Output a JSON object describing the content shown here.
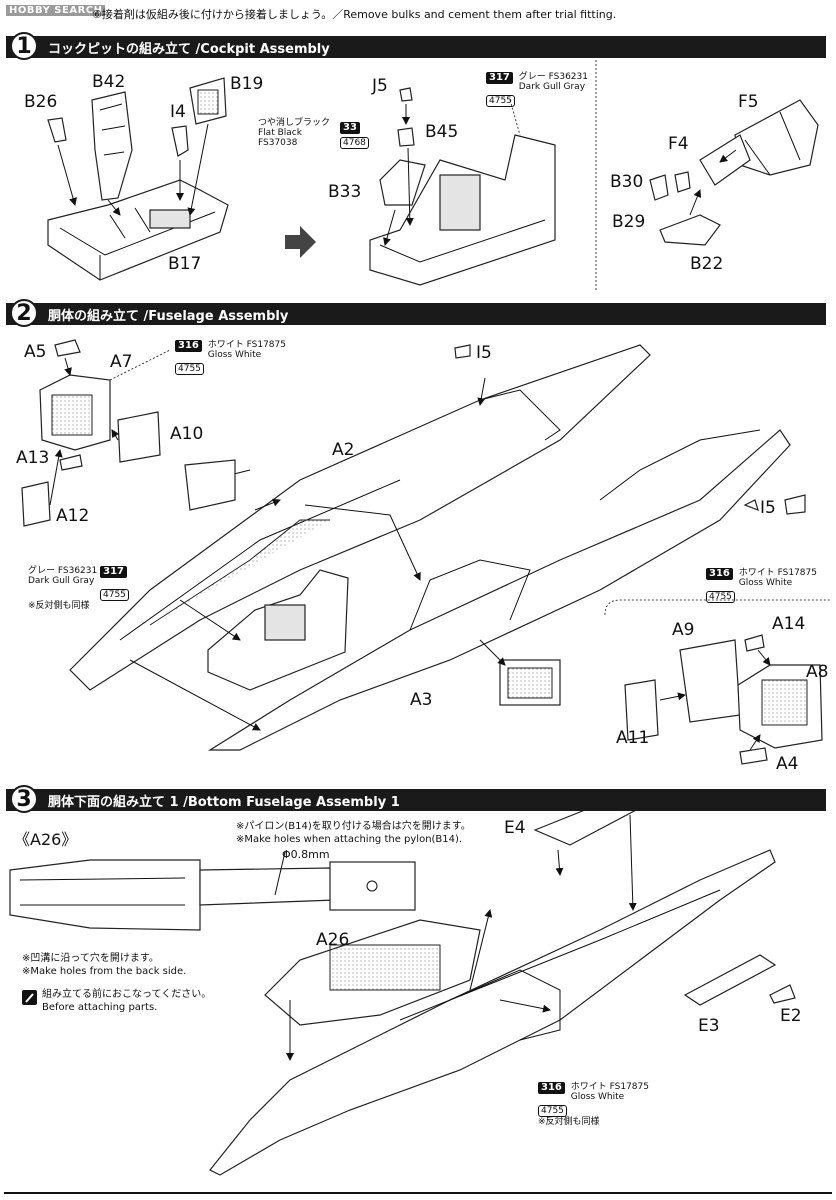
{
  "header": {
    "watermark": "HOBBY SEARCH",
    "note": "⑥接着剤は仮組み後に付けから接着しましょう。／Remove bulks and cement them after trial fitting."
  },
  "steps": [
    {
      "num": "1",
      "title": "コックピットの組み立て /Cockpit Assembly"
    },
    {
      "num": "2",
      "title": "胴体の組み立て /Fuselage Assembly"
    },
    {
      "num": "3",
      "title": "胴体下面の組み立て 1 /Bottom Fuselage Assembly 1"
    }
  ],
  "step1": {
    "parts": [
      "B26",
      "B42",
      "I4",
      "B19",
      "B17",
      "J5",
      "B45",
      "B33",
      "F5",
      "F4",
      "B30",
      "B29",
      "B22"
    ],
    "paint_flat_black": {
      "jp": "つや消しブラック",
      "en1": "Flat Black",
      "en2": "FS37038",
      "code": "33",
      "sub": "4768"
    },
    "paint_gull_gray": {
      "code": "317",
      "jp": "グレー FS36231",
      "en": "Dark Gull Gray",
      "sub": "4755"
    }
  },
  "step2": {
    "parts": [
      "A5",
      "A7",
      "A10",
      "A13",
      "A12",
      "I5",
      "A2",
      "I5",
      "A3",
      "A9",
      "A14",
      "A8",
      "A11",
      "A4"
    ],
    "paint_white_top": {
      "code": "316",
      "jp": "ホワイト FS17875",
      "en": "Gloss White",
      "sub": "4755"
    },
    "paint_gull_gray": {
      "jp": "グレー FS36231",
      "en": "Dark Gull Gray",
      "code": "317",
      "sub": "4755",
      "note": "※反対側も同様"
    },
    "paint_white_right": {
      "code": "316",
      "jp": "ホワイト FS17875",
      "en": "Gloss White",
      "sub": "4755"
    }
  },
  "step3": {
    "a26_label": "《A26》",
    "pylon_note_jp": "※パイロン(B14)を取り付ける場合は穴を開けます。",
    "pylon_note_en": "※Make holes when attaching the pylon(B14).",
    "hole_size": "Φ0.8mm",
    "back_note_jp": "※凹溝に沿って穴を開けます。",
    "back_note_en": "※Make holes from the back side.",
    "before_note_jp": "組み立てる前におこなってください。",
    "before_note_en": "Before attaching parts.",
    "parts": [
      "E4",
      "A26",
      "E3",
      "E2"
    ],
    "paint_white": {
      "code": "316",
      "jp": "ホワイト FS17875",
      "en": "Gloss White",
      "sub": "4755",
      "note": "※反対側も同様"
    }
  }
}
